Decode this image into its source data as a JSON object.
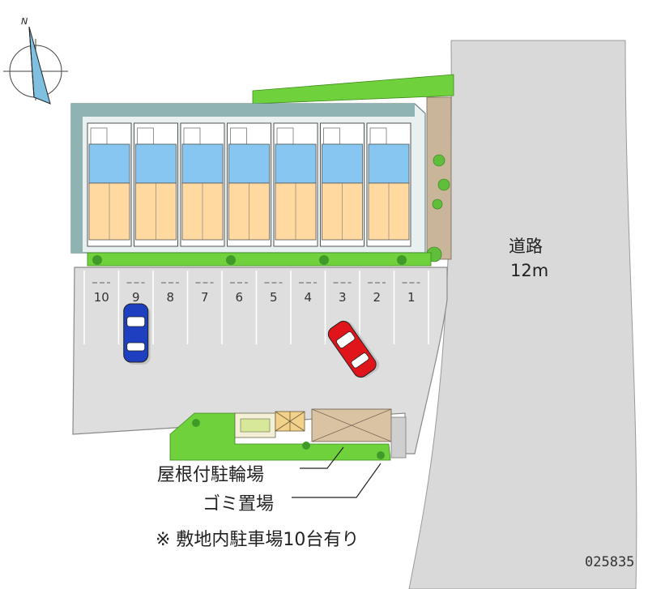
{
  "road": {
    "name": "道路",
    "width": "12m"
  },
  "compass": {
    "north_label": "N"
  },
  "parking": {
    "spaces": [
      "10",
      "9",
      "8",
      "7",
      "6",
      "5",
      "4",
      "3",
      "2",
      "1"
    ],
    "cars": [
      {
        "space": "9",
        "color": "#1e3fbf"
      },
      {
        "space": "3",
        "color": "#e0141b"
      }
    ]
  },
  "building": {
    "unit_count": 7
  },
  "labels": {
    "bike_parking": "屋根付駐輪場",
    "garbage": "ゴミ置場",
    "note": "※ 敷地内駐車場10台有り"
  },
  "property_id": "025835",
  "colors": {
    "road": "#d9d9d9",
    "lot": "#dcdcdc",
    "greenery": "#6fd23c",
    "building_wall": "#8fb2b2",
    "room_floor": "#ffd9a0",
    "wet_area": "#86c6f0"
  }
}
